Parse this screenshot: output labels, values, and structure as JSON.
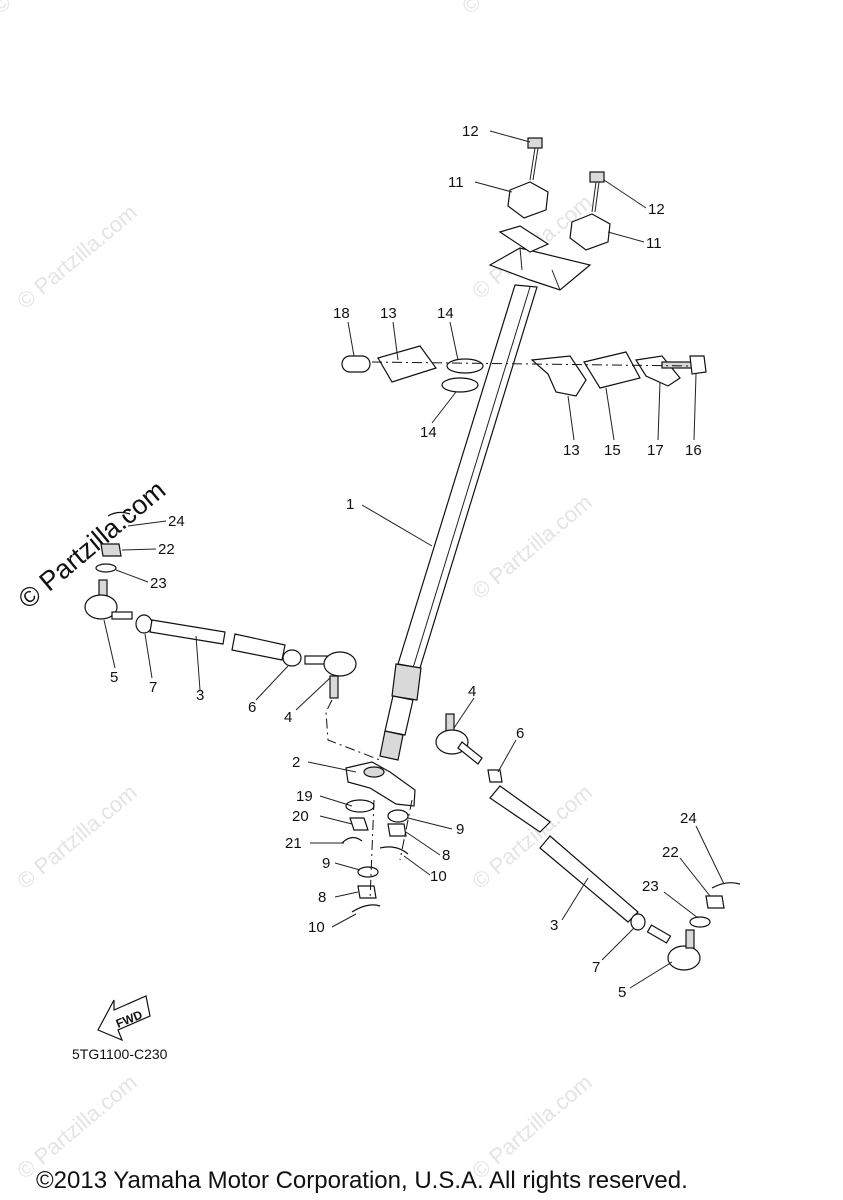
{
  "watermark": "© Partzilla.com",
  "diagram_code": "5TG1100-C230",
  "fwd_label": "FWD",
  "copyright": "©2013 Yamaha Motor Corporation, U.S.A. All rights reserved.",
  "callouts": [
    {
      "id": "c12a",
      "label": "12"
    },
    {
      "id": "c11a",
      "label": "11"
    },
    {
      "id": "c12b",
      "label": "12"
    },
    {
      "id": "c11b",
      "label": "11"
    },
    {
      "id": "c18",
      "label": "18"
    },
    {
      "id": "c13a",
      "label": "13"
    },
    {
      "id": "c14a",
      "label": "14"
    },
    {
      "id": "c14b",
      "label": "14"
    },
    {
      "id": "c13b",
      "label": "13"
    },
    {
      "id": "c15",
      "label": "15"
    },
    {
      "id": "c17",
      "label": "17"
    },
    {
      "id": "c16",
      "label": "16"
    },
    {
      "id": "c1",
      "label": "1"
    },
    {
      "id": "c24a",
      "label": "24"
    },
    {
      "id": "c22a",
      "label": "22"
    },
    {
      "id": "c23a",
      "label": "23"
    },
    {
      "id": "c5a",
      "label": "5"
    },
    {
      "id": "c7a",
      "label": "7"
    },
    {
      "id": "c3a",
      "label": "3"
    },
    {
      "id": "c6a",
      "label": "6"
    },
    {
      "id": "c4a",
      "label": "4"
    },
    {
      "id": "c4b",
      "label": "4"
    },
    {
      "id": "c6b",
      "label": "6"
    },
    {
      "id": "c2",
      "label": "2"
    },
    {
      "id": "c19",
      "label": "19"
    },
    {
      "id": "c20",
      "label": "20"
    },
    {
      "id": "c21",
      "label": "21"
    },
    {
      "id": "c9a",
      "label": "9"
    },
    {
      "id": "c8a",
      "label": "8"
    },
    {
      "id": "c10a",
      "label": "10"
    },
    {
      "id": "c9b",
      "label": "9"
    },
    {
      "id": "c8b",
      "label": "8"
    },
    {
      "id": "c10b",
      "label": "10"
    },
    {
      "id": "c24b",
      "label": "24"
    },
    {
      "id": "c22b",
      "label": "22"
    },
    {
      "id": "c23b",
      "label": "23"
    },
    {
      "id": "c3b",
      "label": "3"
    },
    {
      "id": "c7b",
      "label": "7"
    },
    {
      "id": "c5b",
      "label": "5"
    }
  ]
}
